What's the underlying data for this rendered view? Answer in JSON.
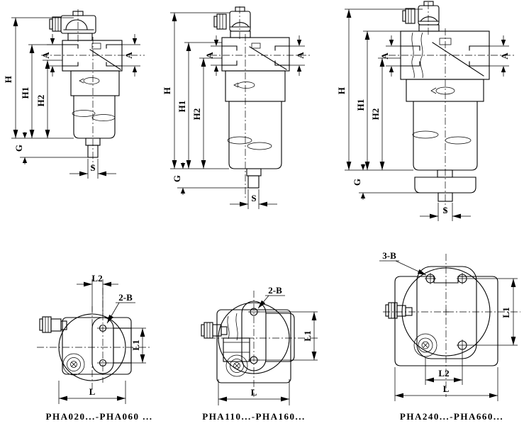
{
  "figure": {
    "background": "#ffffff",
    "line_color": "#000000"
  },
  "side_views": [
    {
      "dims": {
        "h": "H",
        "h1": "H1",
        "h2": "H2",
        "g": "G",
        "s": "S",
        "a_left": "A",
        "a_right": "A"
      }
    },
    {
      "dims": {
        "h": "H",
        "h1": "H1",
        "h2": "H2",
        "g": "G",
        "s": "S",
        "a_left": "A",
        "a_right": "A"
      }
    },
    {
      "dims": {
        "h": "H",
        "h1": "H1",
        "h2": "H2",
        "g": "G",
        "s": "S",
        "a_left": "A",
        "a_right": "A"
      }
    }
  ],
  "bottom_views": [
    {
      "bolt_label": "2-B",
      "dims": {
        "l": "L",
        "l1": "L1",
        "l2": "L2"
      },
      "caption": "PHA020...-PHA060 ..."
    },
    {
      "bolt_label": "2-B",
      "dims": {
        "l": "L",
        "l1": "L1"
      },
      "caption": "PHA110...-PHA160..."
    },
    {
      "bolt_label": "3-B",
      "dims": {
        "l": "L",
        "l1": "L1",
        "l2": "L2"
      },
      "caption": "PHA240...-PHA660..."
    }
  ]
}
